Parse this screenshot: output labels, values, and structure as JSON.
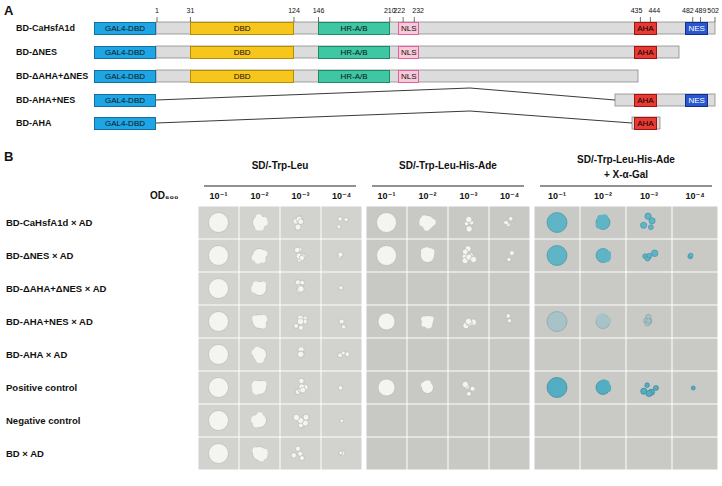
{
  "diagram": {
    "nodes": [
      {
        "text": [
          "GAL4-DBD"
        ]
      },
      {
        "text": [
          "DBD"
        ]
      },
      {
        "text": [
          "HR-A/B"
        ]
      },
      {
        "text": [
          "NLS"
        ]
      },
      {
        "text": [
          "AHA"
        ]
      },
      {
        "text": [
          "NES"
        ]
      },
      {
        "text": [
          "GAL4-DBD"
        ]
      },
      {
        "text": [
          "DBD"
        ]
      },
      {
        "text": [
          "HR-A/B"
        ]
      },
      {
        "text": [
          "NLS"
        ]
      },
      {
        "text": [
          "AHA"
        ]
      },
      {
        "text": [
          "GAL4-DBD"
        ]
      },
      {
        "text": [
          "DBD"
        ]
      },
      {
        "text": [
          "HR-A/B"
        ]
      },
      {
        "text": [
          "NLS"
        ]
      },
      {
        "text": [
          "GAL4-DBD"
        ]
      },
      {
        "text": [
          "AHA"
        ]
      },
      {
        "text": [
          "NES"
        ]
      },
      {
        "text": [
          "GAL4-DBD"
        ]
      },
      {
        "text": [
          "AHA"
        ]
      }
    ],
    "labels": [
      "A",
      "BD-CaHsfA1d",
      "BD-ΔNES",
      "BD-ΔAHA+ΔNES",
      "BD-AHA+NES",
      "BD-AHA",
      "1",
      "31",
      "124",
      "146",
      "210",
      "222",
      "232",
      "435",
      "444",
      "482",
      "489",
      "502",
      "B",
      "SD/-Trp-Leu",
      "SD/-Trp-Leu-His-Ade",
      "SD/-Trp-Leu-His-Ade",
      "+ X-α-Gal",
      "OD₆₀₀",
      "10⁻¹",
      "10⁻²",
      "10⁻³",
      "10⁻⁴",
      "10⁻¹",
      "10⁻²",
      "10⁻³",
      "10⁻⁴",
      "10⁻¹",
      "10⁻²",
      "10⁻³",
      "10⁻⁴",
      "BD-CaHsfA1d × AD",
      "BD-ΔNES × AD",
      "BD-ΔAHA+ΔNES × AD",
      "BD-AHA+NES × AD",
      "BD-AHA × AD",
      "Positive control",
      "Negative control",
      "BD × AD"
    ]
  }
}
